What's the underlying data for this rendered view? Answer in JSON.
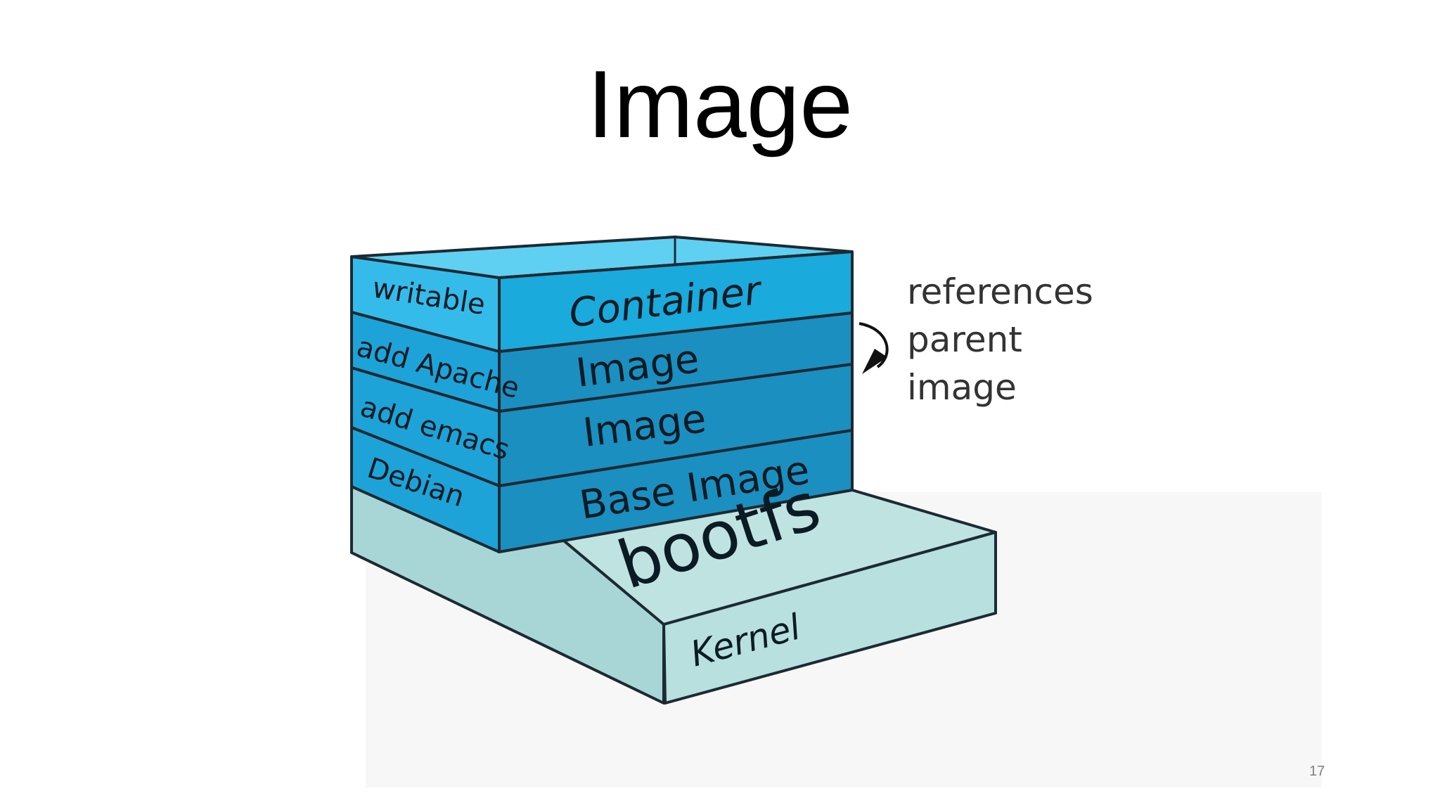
{
  "slide": {
    "title": "Image",
    "page_number": "17"
  },
  "diagram": {
    "layers_front": [
      "Container",
      "Image",
      "Image",
      "Base Image"
    ],
    "layers_side": [
      "writable",
      "add Apache",
      "add emacs",
      "Debian"
    ],
    "bootfs": "bootfs",
    "kernel": "Kernel",
    "annotation": [
      "references",
      "parent",
      "image"
    ],
    "colors": {
      "container_top": "#33c0ec",
      "container": "#1aaadc",
      "image_layer": "#1b8fc0",
      "side_panel": "#1ea3d8",
      "base": "#b2dedd",
      "outline": "#1c2a33"
    }
  }
}
